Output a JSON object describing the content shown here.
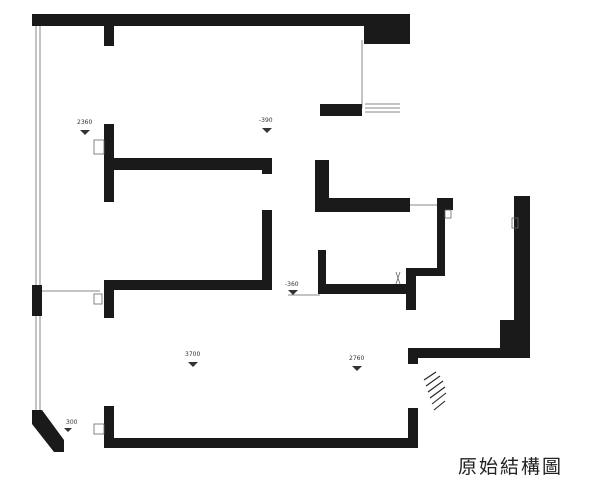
{
  "caption": "原始結構圖",
  "colors": {
    "wall": "#1a1a1a",
    "thin_line": "#888888",
    "background": "#ffffff"
  },
  "dimensions": {
    "d1": "2360",
    "d2": "-390",
    "d3": "-360",
    "d4": "3700",
    "d5": "2760",
    "d6": "300"
  }
}
